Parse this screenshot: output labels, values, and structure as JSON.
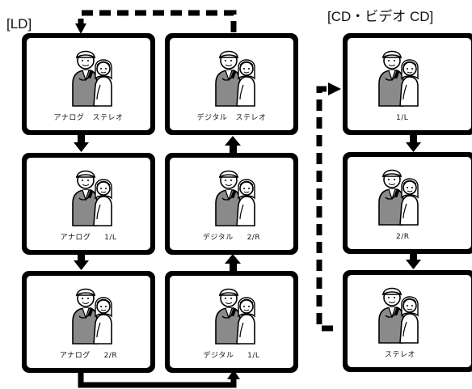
{
  "titles": {
    "ld": "[LD]",
    "cd": "[CD・ビデオ CD]"
  },
  "ld": {
    "analog": [
      {
        "mode": "アナログ",
        "sep": "   ",
        "channel": "ステレオ"
      },
      {
        "mode": "アナログ",
        "sep": "     ",
        "channel": "1/L"
      },
      {
        "mode": "アナログ",
        "sep": "     ",
        "channel": "2/R"
      }
    ],
    "digital": [
      {
        "mode": "デジタル",
        "sep": "   ",
        "channel": "ステレオ"
      },
      {
        "mode": "デジタル",
        "sep": "     ",
        "channel": "2/R"
      },
      {
        "mode": "デジタル",
        "sep": "     ",
        "channel": "1/L"
      }
    ]
  },
  "cd": [
    {
      "channel": "1/L"
    },
    {
      "channel": "2/R"
    },
    {
      "channel": "ステレオ"
    }
  ]
}
